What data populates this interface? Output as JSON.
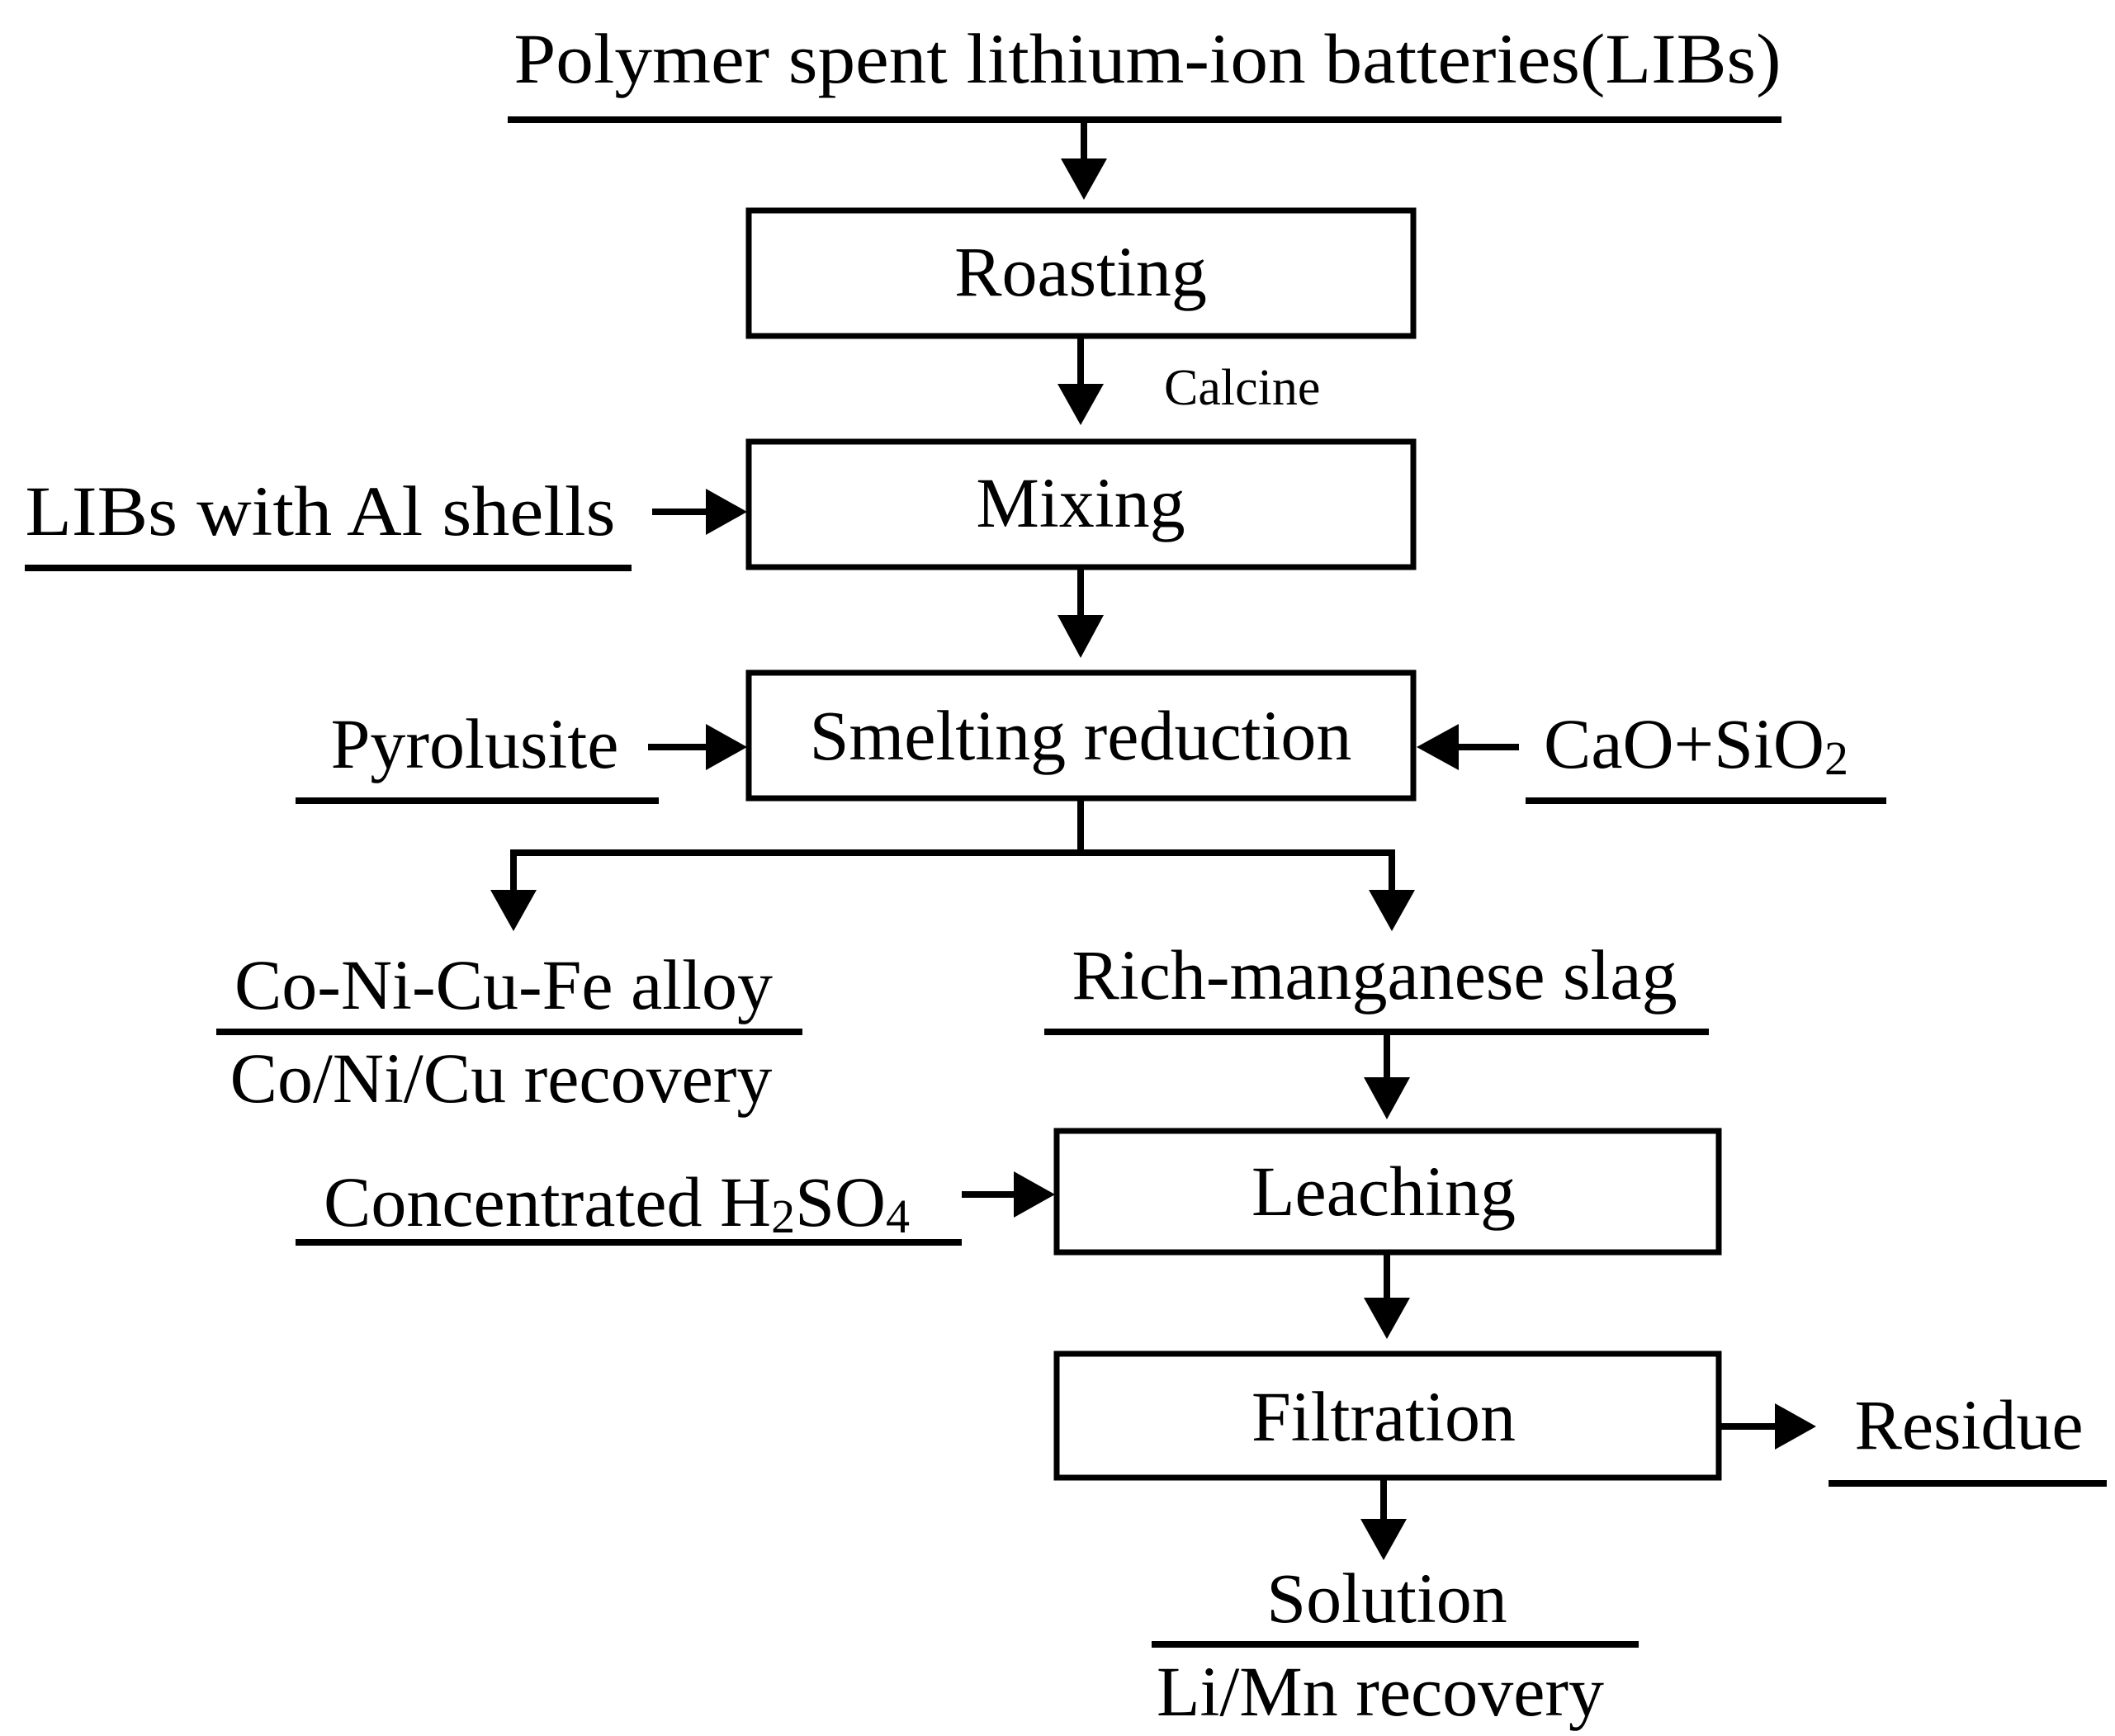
{
  "nodes": {
    "input_batteries": "Polymer spent lithium-ion batteries(LIBs)",
    "roasting": "Roasting",
    "calcine": "Calcine",
    "mixing": "Mixing",
    "al_shells": "LIBs with Al shells",
    "smelting": "Smelting reduction",
    "pyrolusite": "Pyrolusite",
    "cao_sio2": {
      "main": "CaO+SiO",
      "sub": "2"
    },
    "alloy": "Co-Ni-Cu-Fe alloy",
    "alloy_recovery": "Co/Ni/Cu recovery",
    "slag": "Rich-manganese slag",
    "leaching": "Leaching",
    "h2so4": {
      "a": "Concentrated H",
      "b": "2",
      "c": "SO",
      "d": "4"
    },
    "filtration": "Filtration",
    "residue": "Residue",
    "solution": "Solution",
    "solution_recovery": "Li/Mn recovery"
  },
  "colors": {
    "line": "#000000",
    "background": "#ffffff"
  }
}
